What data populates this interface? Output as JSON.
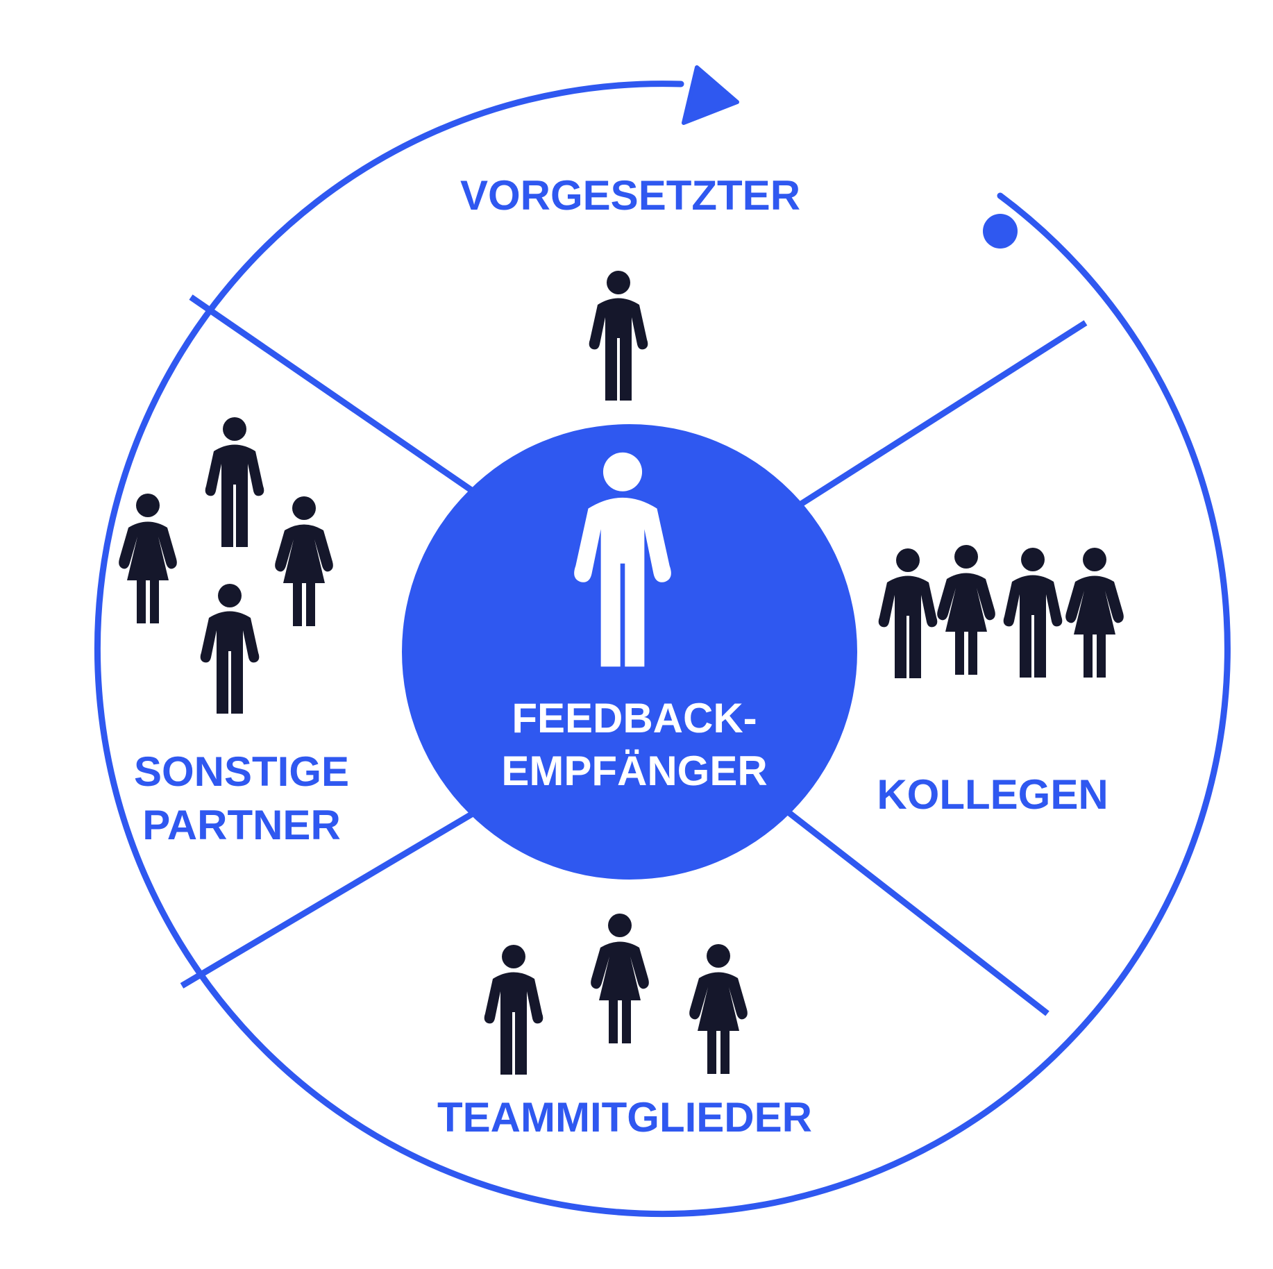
{
  "colors": {
    "accent": "#2f58f0",
    "figure": "#15172b",
    "center_figure": "#ffffff",
    "background": "#ffffff"
  },
  "center": {
    "line1": "FEEDBACK-",
    "line2": "EMPFÄNGER"
  },
  "segments": {
    "vorgesetzter": {
      "label": "VORGESETZTER"
    },
    "kollegen": {
      "label": "KOLLEGEN"
    },
    "teammitglieder": {
      "label": "TEAMMITGLIEDER"
    },
    "sonstige_partner": {
      "line1": "SONSTIGE",
      "line2": "PARTNER"
    }
  },
  "icons": {
    "arrow": "arrowhead-icon",
    "start_dot": "start-dot-icon",
    "man": "man-icon",
    "woman": "woman-icon"
  },
  "groups": {
    "vorgesetzter": [
      "man"
    ],
    "kollegen": [
      "man",
      "woman",
      "man",
      "woman"
    ],
    "teammitglieder": [
      "man",
      "woman",
      "woman"
    ],
    "sonstige_partner": [
      "woman",
      "man",
      "woman",
      "man"
    ]
  }
}
